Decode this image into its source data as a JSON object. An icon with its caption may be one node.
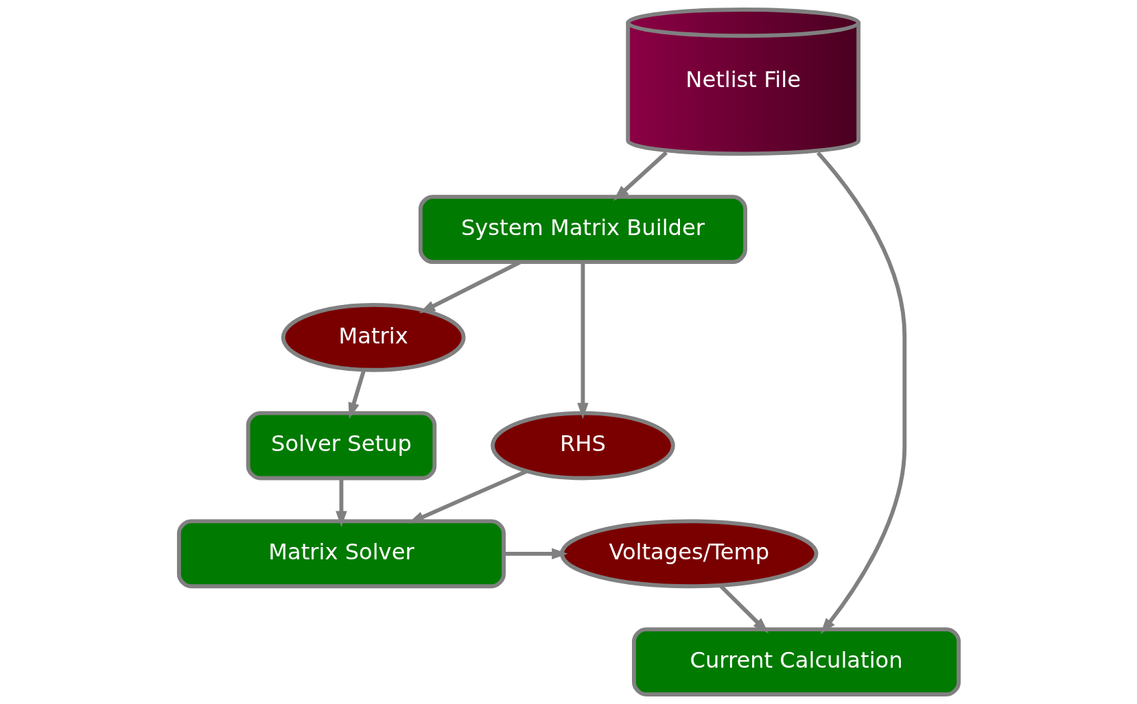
{
  "diagram": {
    "nodes": [
      {
        "text": [
          "Netlist File"
        ]
      },
      {
        "text": [
          "System Matrix Builder"
        ]
      },
      {
        "text": [
          "Matrix"
        ]
      },
      {
        "text": [
          "RHS"
        ]
      },
      {
        "text": [
          "Solver Setup"
        ]
      },
      {
        "text": [
          "Matrix Solver"
        ]
      },
      {
        "text": [
          "Voltages/Temp"
        ]
      },
      {
        "text": [
          "Current Calculation"
        ]
      }
    ],
    "edges": [
      {
        "from": 0,
        "to": 1,
        "arrow": "to"
      },
      {
        "from": 1,
        "to": 2,
        "arrow": "to"
      },
      {
        "from": 1,
        "to": 3,
        "arrow": "to"
      },
      {
        "from": 2,
        "to": 4,
        "arrow": "to"
      },
      {
        "from": 4,
        "to": 5,
        "arrow": "to"
      },
      {
        "from": 3,
        "to": 5,
        "arrow": "to"
      },
      {
        "from": 5,
        "to": 6,
        "arrow": "to"
      },
      {
        "from": 6,
        "to": 7,
        "arrow": "to"
      },
      {
        "from": 0,
        "to": 7,
        "arrow": "to"
      }
    ]
  }
}
